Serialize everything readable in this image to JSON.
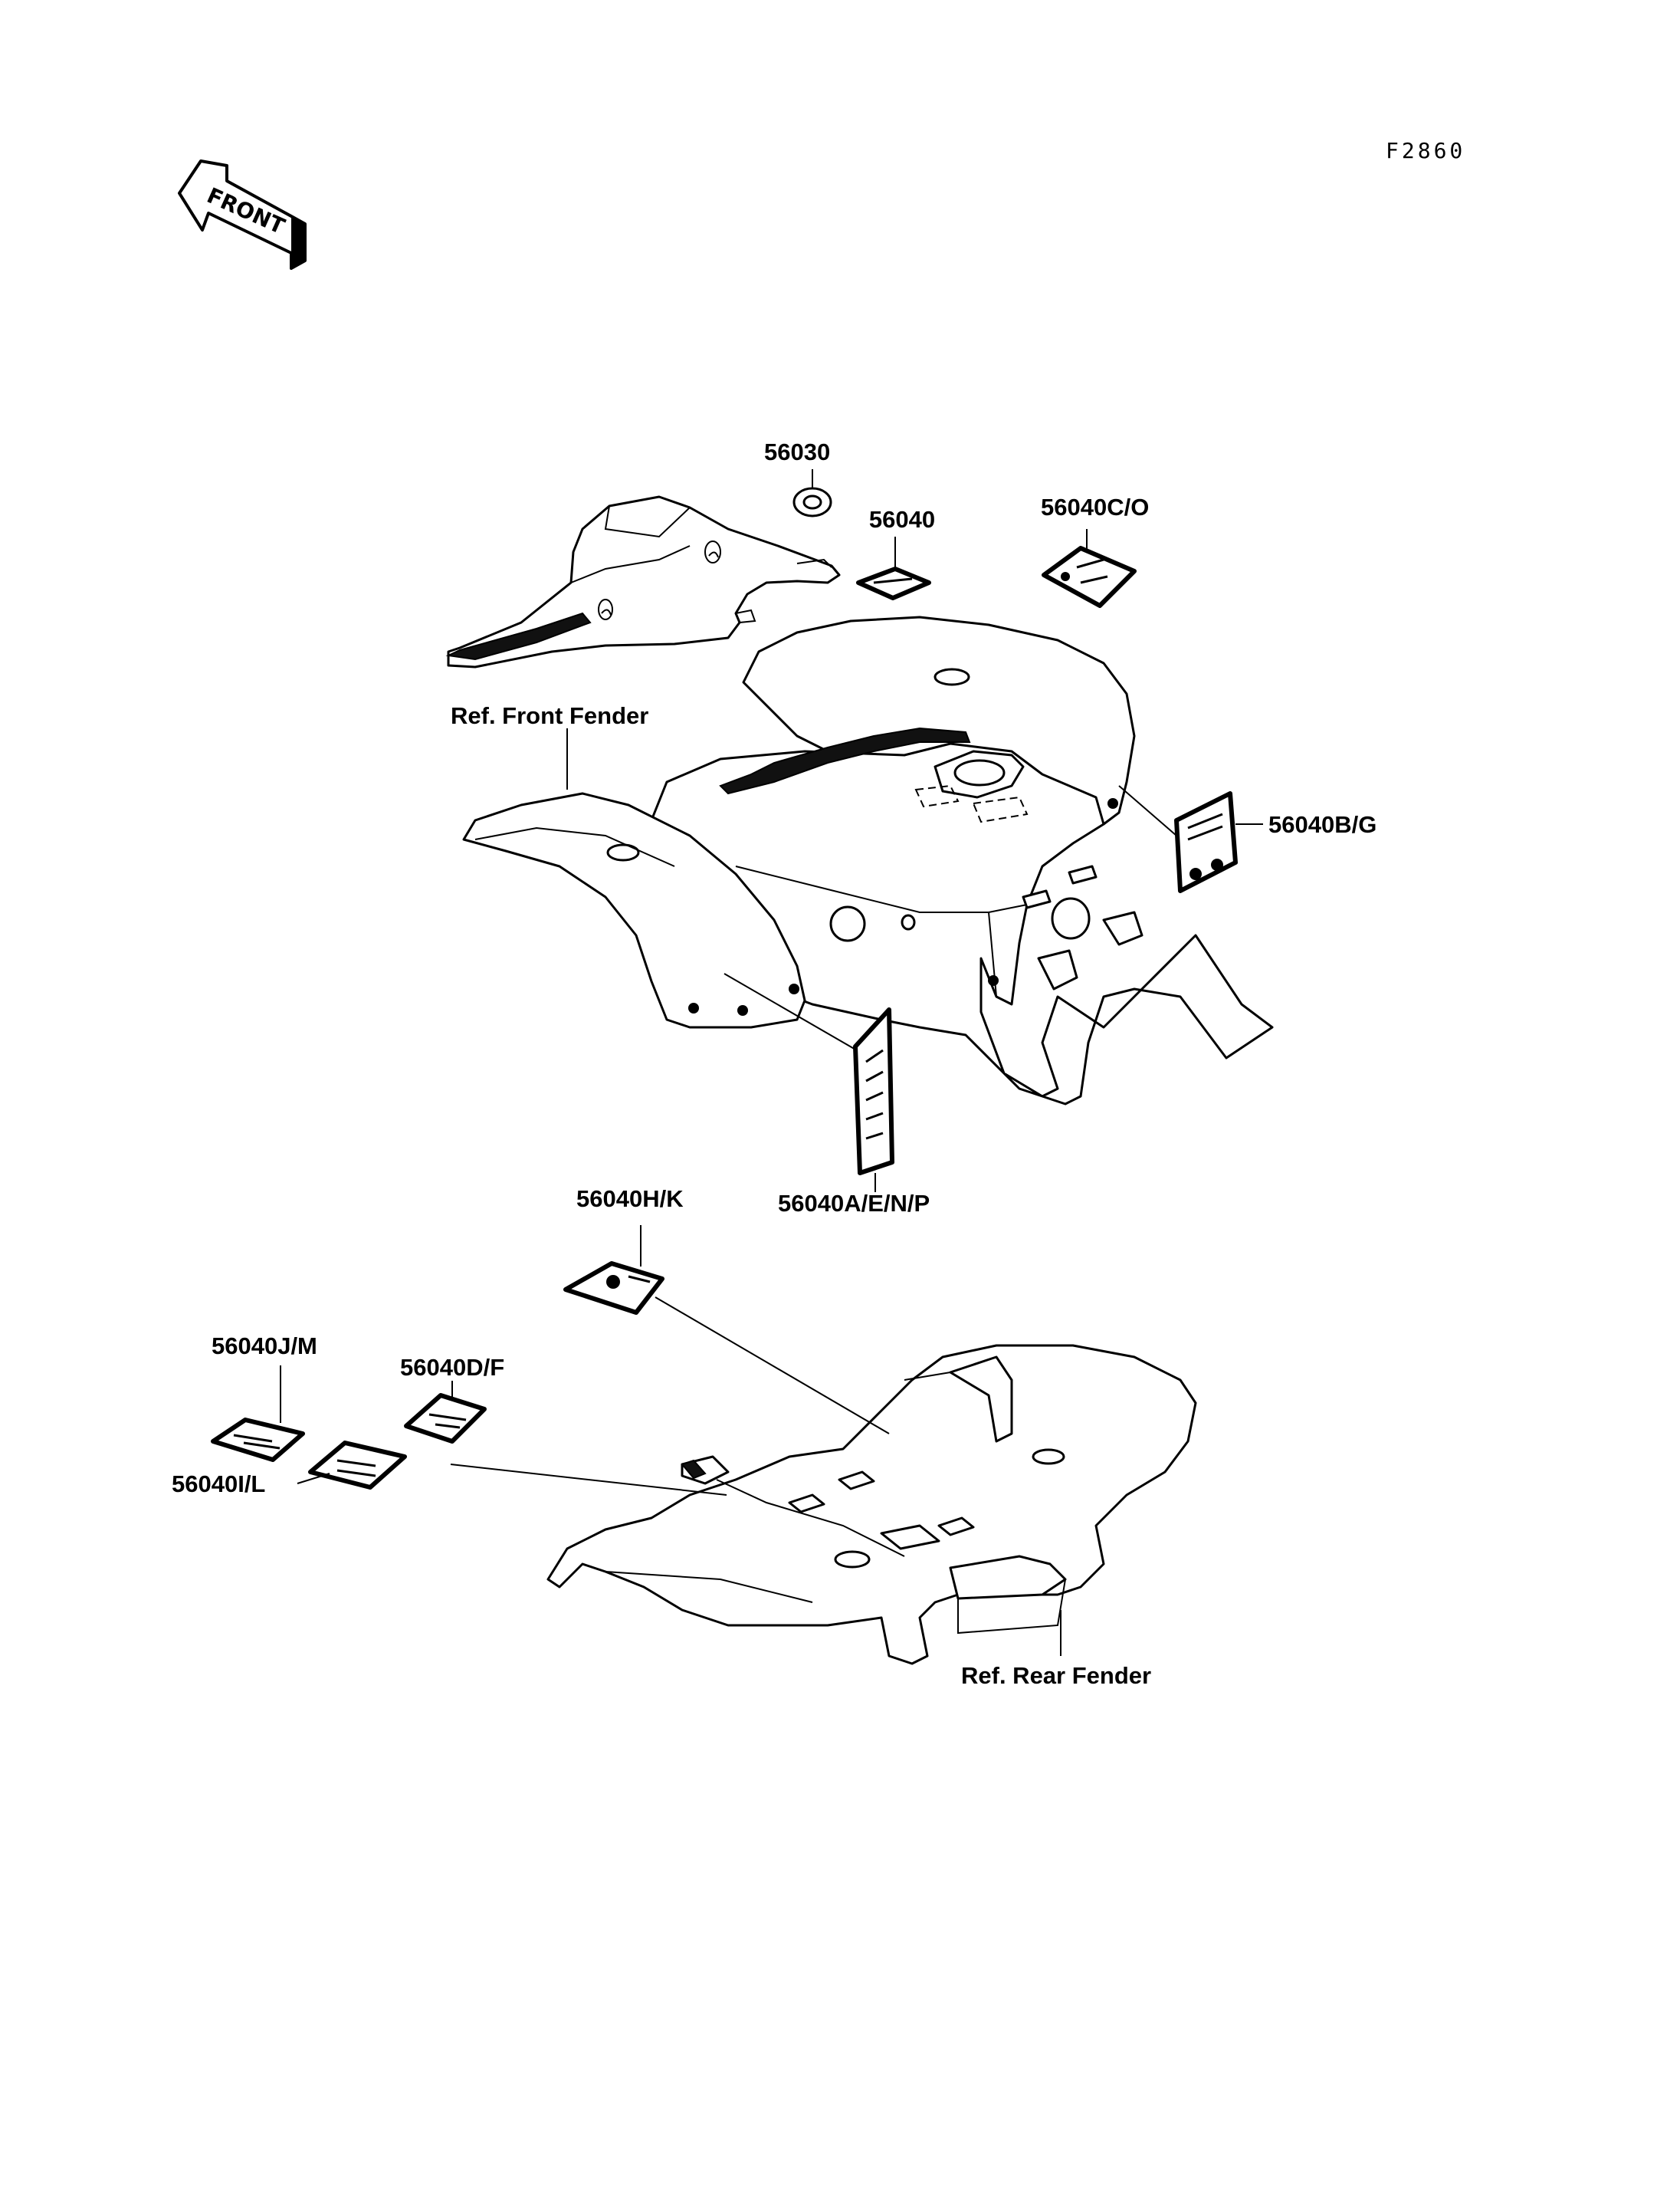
{
  "diagram": {
    "figure_code": "F2860",
    "direction_arrow": "FRONT",
    "references": {
      "front_fender": "Ref. Front Fender",
      "rear_fender": "Ref. Rear Fender"
    },
    "part_labels": {
      "p56030": "56030",
      "p56040": "56040",
      "p56040co": "56040C/O",
      "p56040bg": "56040B/G",
      "p56040aenp": "56040A/E/N/P",
      "p56040hk": "56040H/K",
      "p56040jm": "56040J/M",
      "p56040df": "56040D/F",
      "p56040il": "56040I/L"
    }
  }
}
